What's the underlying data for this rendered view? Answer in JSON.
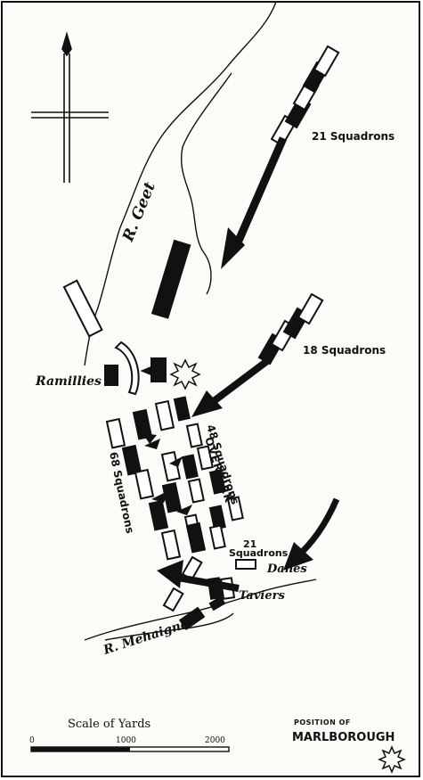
{
  "map": {
    "labels": {
      "river_geet": "R. Geet",
      "river_mehaigne": "R. Mehaigne",
      "ramillies": "Ramillies",
      "taviers": "Taviers",
      "danes": "Danes",
      "overkirk": "OVERKIRK",
      "squadrons_21_top": "21 Squadrons",
      "squadrons_18": "18 Squadrons",
      "squadrons_48": "48 Squadrons",
      "squadrons_68": "68 Squadrons",
      "squadrons_21_bottom": "21",
      "squadrons_21_bottom_word": "Squadrons"
    },
    "scale": {
      "title": "Scale of Yards",
      "ticks": [
        "0",
        "1000",
        "2000"
      ]
    },
    "legend": {
      "caption": "POSITION OF",
      "name": "MARLBOROUGH",
      "icon": "explosion-star-icon"
    },
    "compass_icon": "north-cross-icon",
    "colors": {
      "ink": "#111111",
      "paper": "#fbfbf8"
    }
  }
}
